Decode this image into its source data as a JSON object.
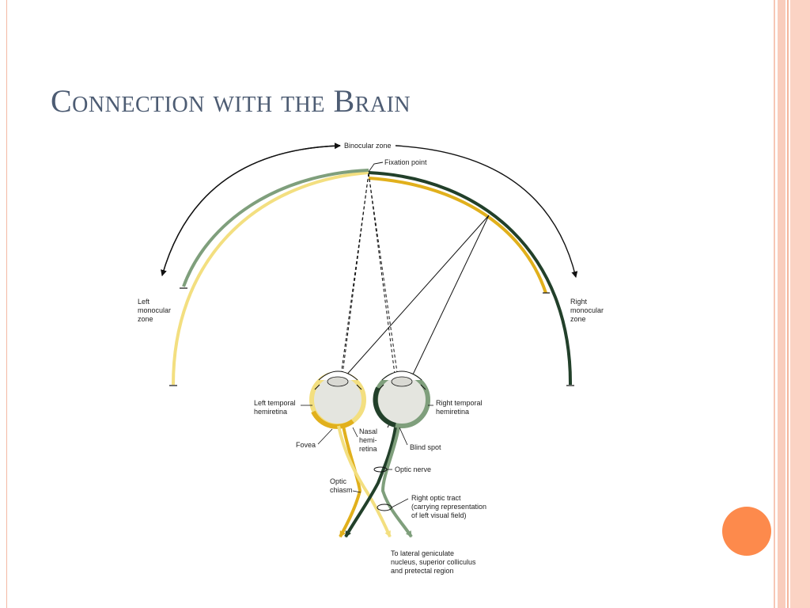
{
  "slide": {
    "title": "Connection with the Brain"
  },
  "diagram": {
    "labels": {
      "binocular_zone": "Binocular zone",
      "fixation_point": "Fixation point",
      "left_monocular_zone": [
        "Left",
        "monocular",
        "zone"
      ],
      "right_monocular_zone": [
        "Right",
        "monocular",
        "zone"
      ],
      "left_temporal_hemiretina": [
        "Left temporal",
        "hemiretina"
      ],
      "right_temporal_hemiretina": [
        "Right temporal",
        "hemiretina"
      ],
      "fovea": "Fovea",
      "nasal_hemiretina": [
        "Nasal",
        "hemi-",
        "retina"
      ],
      "blind_spot": "Blind spot",
      "optic_nerve": "Optic nerve",
      "optic_chiasm": [
        "Optic",
        "chiasm"
      ],
      "right_optic_tract": [
        "Right optic tract",
        "(carrying representation",
        "of left visual field)"
      ],
      "destination": [
        "To lateral geniculate",
        "nucleus, superior colliculus",
        "and pretectal region"
      ]
    },
    "colors": {
      "light_yellow": "#f3df80",
      "gold": "#e1b01c",
      "sage_green": "#7f9f7c",
      "dark_green": "#22402a",
      "eyeball": "#e4e5df"
    }
  }
}
